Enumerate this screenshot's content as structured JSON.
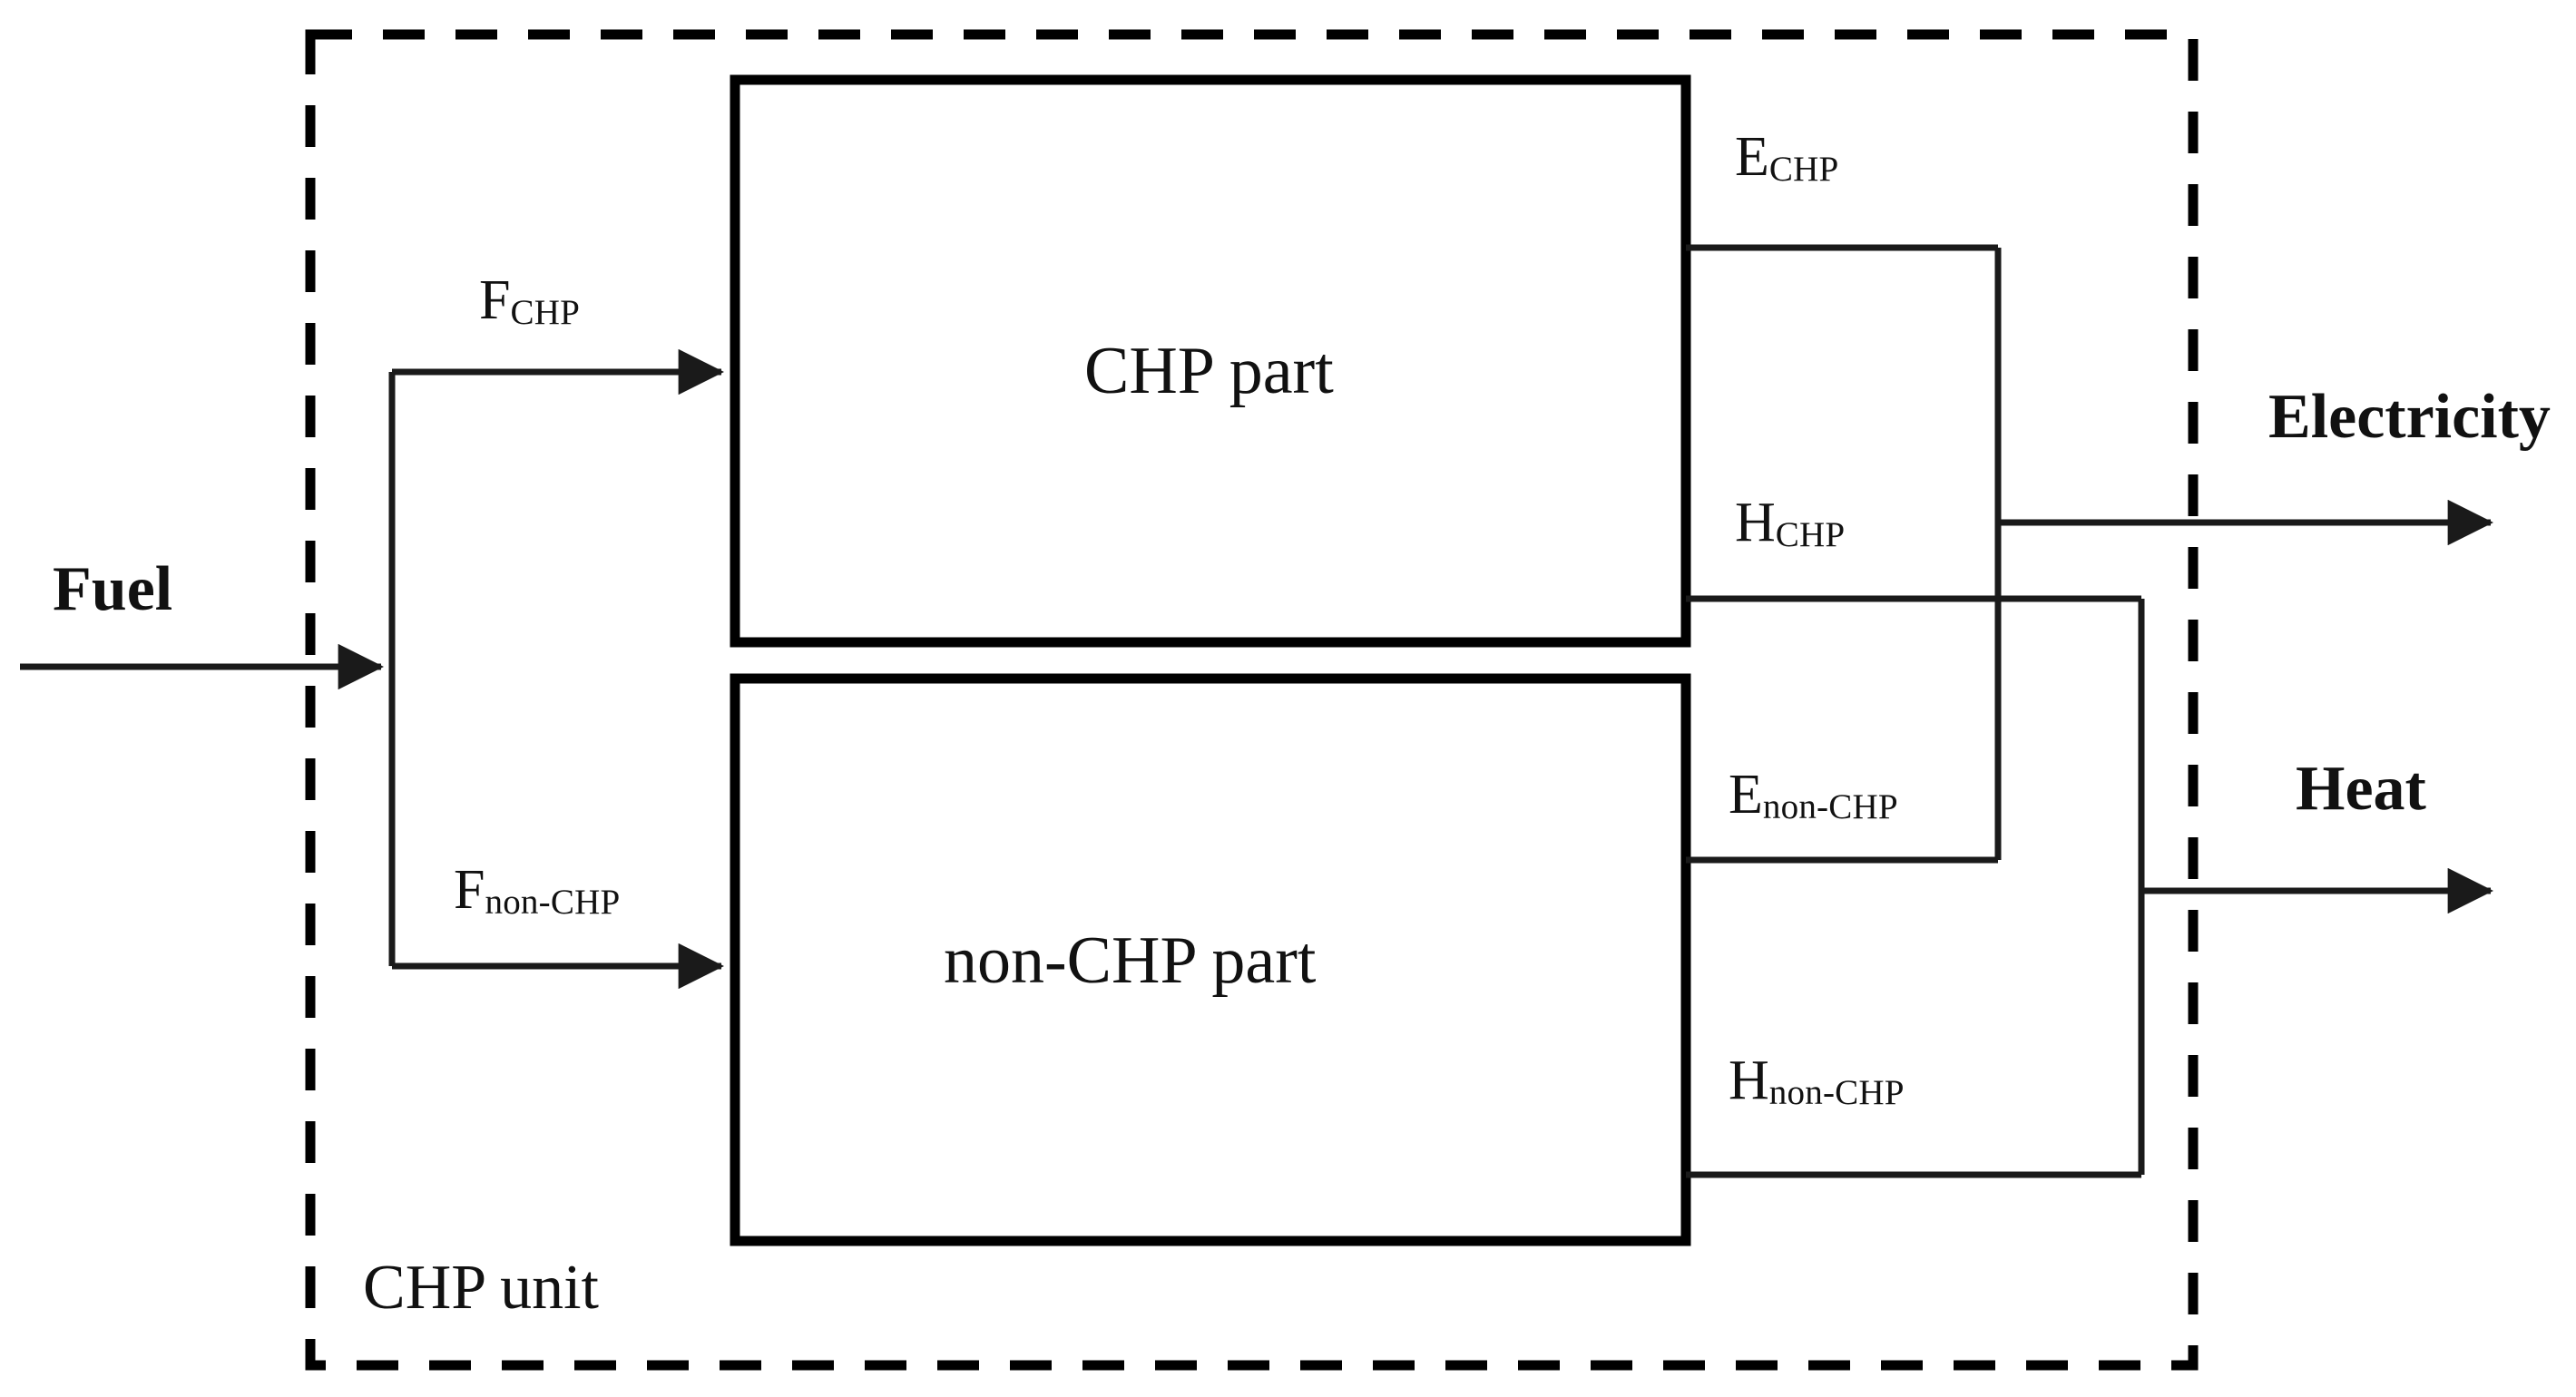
{
  "diagram": {
    "title": "CHP unit energy flow block diagram",
    "colors": {
      "line": "#1a1a1a",
      "background": "#ffffff",
      "boundary": "#000000"
    },
    "boundary": {
      "label": "CHP unit",
      "style": "dashed"
    },
    "blocks": [
      {
        "id": "chp",
        "label": "CHP part"
      },
      {
        "id": "non_chp",
        "label": "non-CHP part"
      }
    ],
    "inputs": [
      {
        "id": "fuel",
        "label": "Fuel"
      }
    ],
    "outputs": [
      {
        "id": "electricity",
        "label": "Electricity"
      },
      {
        "id": "heat",
        "label": "Heat"
      }
    ],
    "flows": [
      {
        "id": "f_chp",
        "base": "F",
        "sub": "CHP",
        "full": "F_CHP"
      },
      {
        "id": "f_non_chp",
        "base": "F",
        "sub": "non-CHP",
        "full": "F_non-CHP"
      },
      {
        "id": "e_chp",
        "base": "E",
        "sub": "CHP",
        "full": "E_CHP"
      },
      {
        "id": "h_chp",
        "base": "H",
        "sub": "CHP",
        "full": "H_CHP"
      },
      {
        "id": "e_non_chp",
        "base": "E",
        "sub": "non-CHP",
        "full": "E_non-CHP"
      },
      {
        "id": "h_non_chp",
        "base": "H",
        "sub": "non-CHP",
        "full": "H_non-CHP"
      }
    ]
  }
}
